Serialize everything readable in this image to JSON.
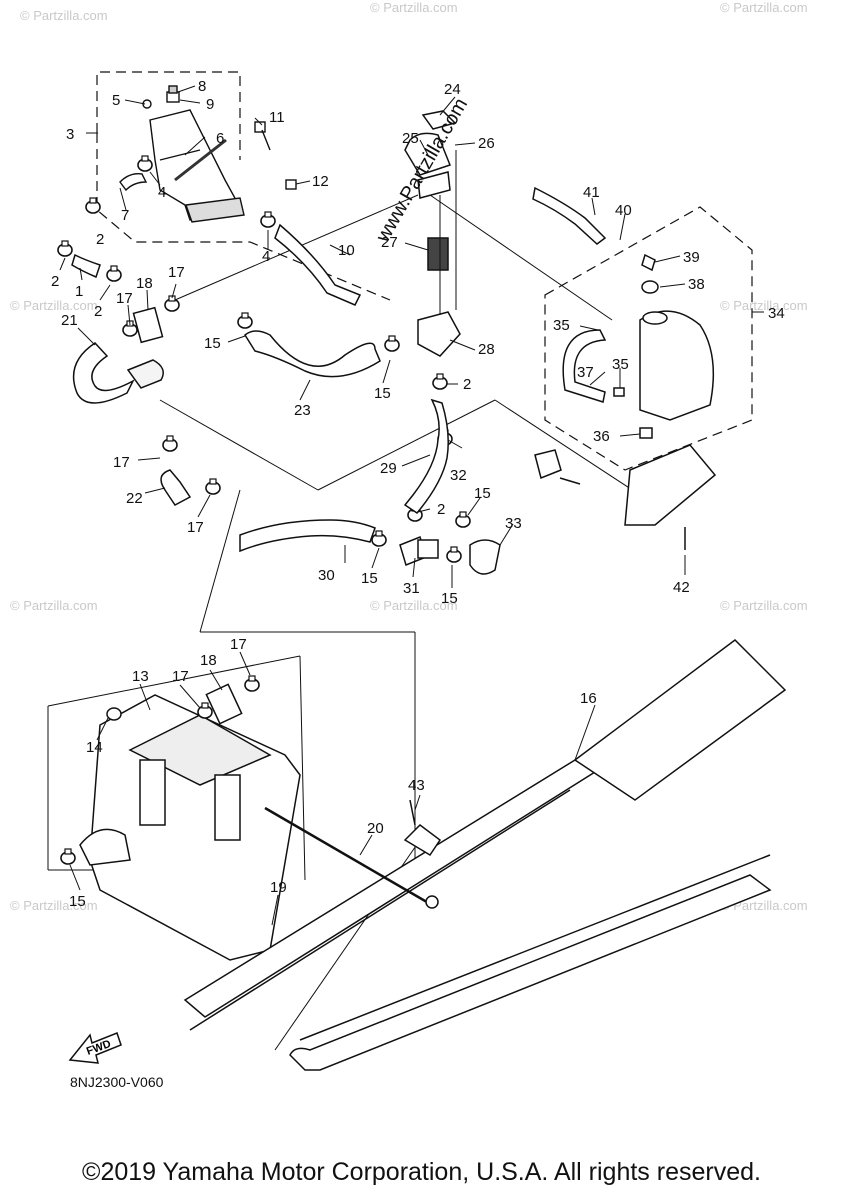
{
  "diagram": {
    "callouts": [
      "1",
      "2",
      "3",
      "4",
      "5",
      "6",
      "7",
      "8",
      "9",
      "10",
      "11",
      "12",
      "13",
      "14",
      "15",
      "16",
      "17",
      "18",
      "19",
      "20",
      "21",
      "22",
      "23",
      "24",
      "25",
      "26",
      "27",
      "28",
      "29",
      "30",
      "31",
      "32",
      "33",
      "34",
      "35",
      "36",
      "37",
      "38",
      "39",
      "40",
      "41",
      "42",
      "43"
    ],
    "part_number": "8NJ2300-V060",
    "fwd_label": "FWD",
    "watermark_center": "www.Partzilla.com",
    "watermark_corner": "© Partzilla.com"
  },
  "footer": {
    "copyright": "©2019 Yamaha Motor Corporation, U.S.A. All rights reserved."
  }
}
